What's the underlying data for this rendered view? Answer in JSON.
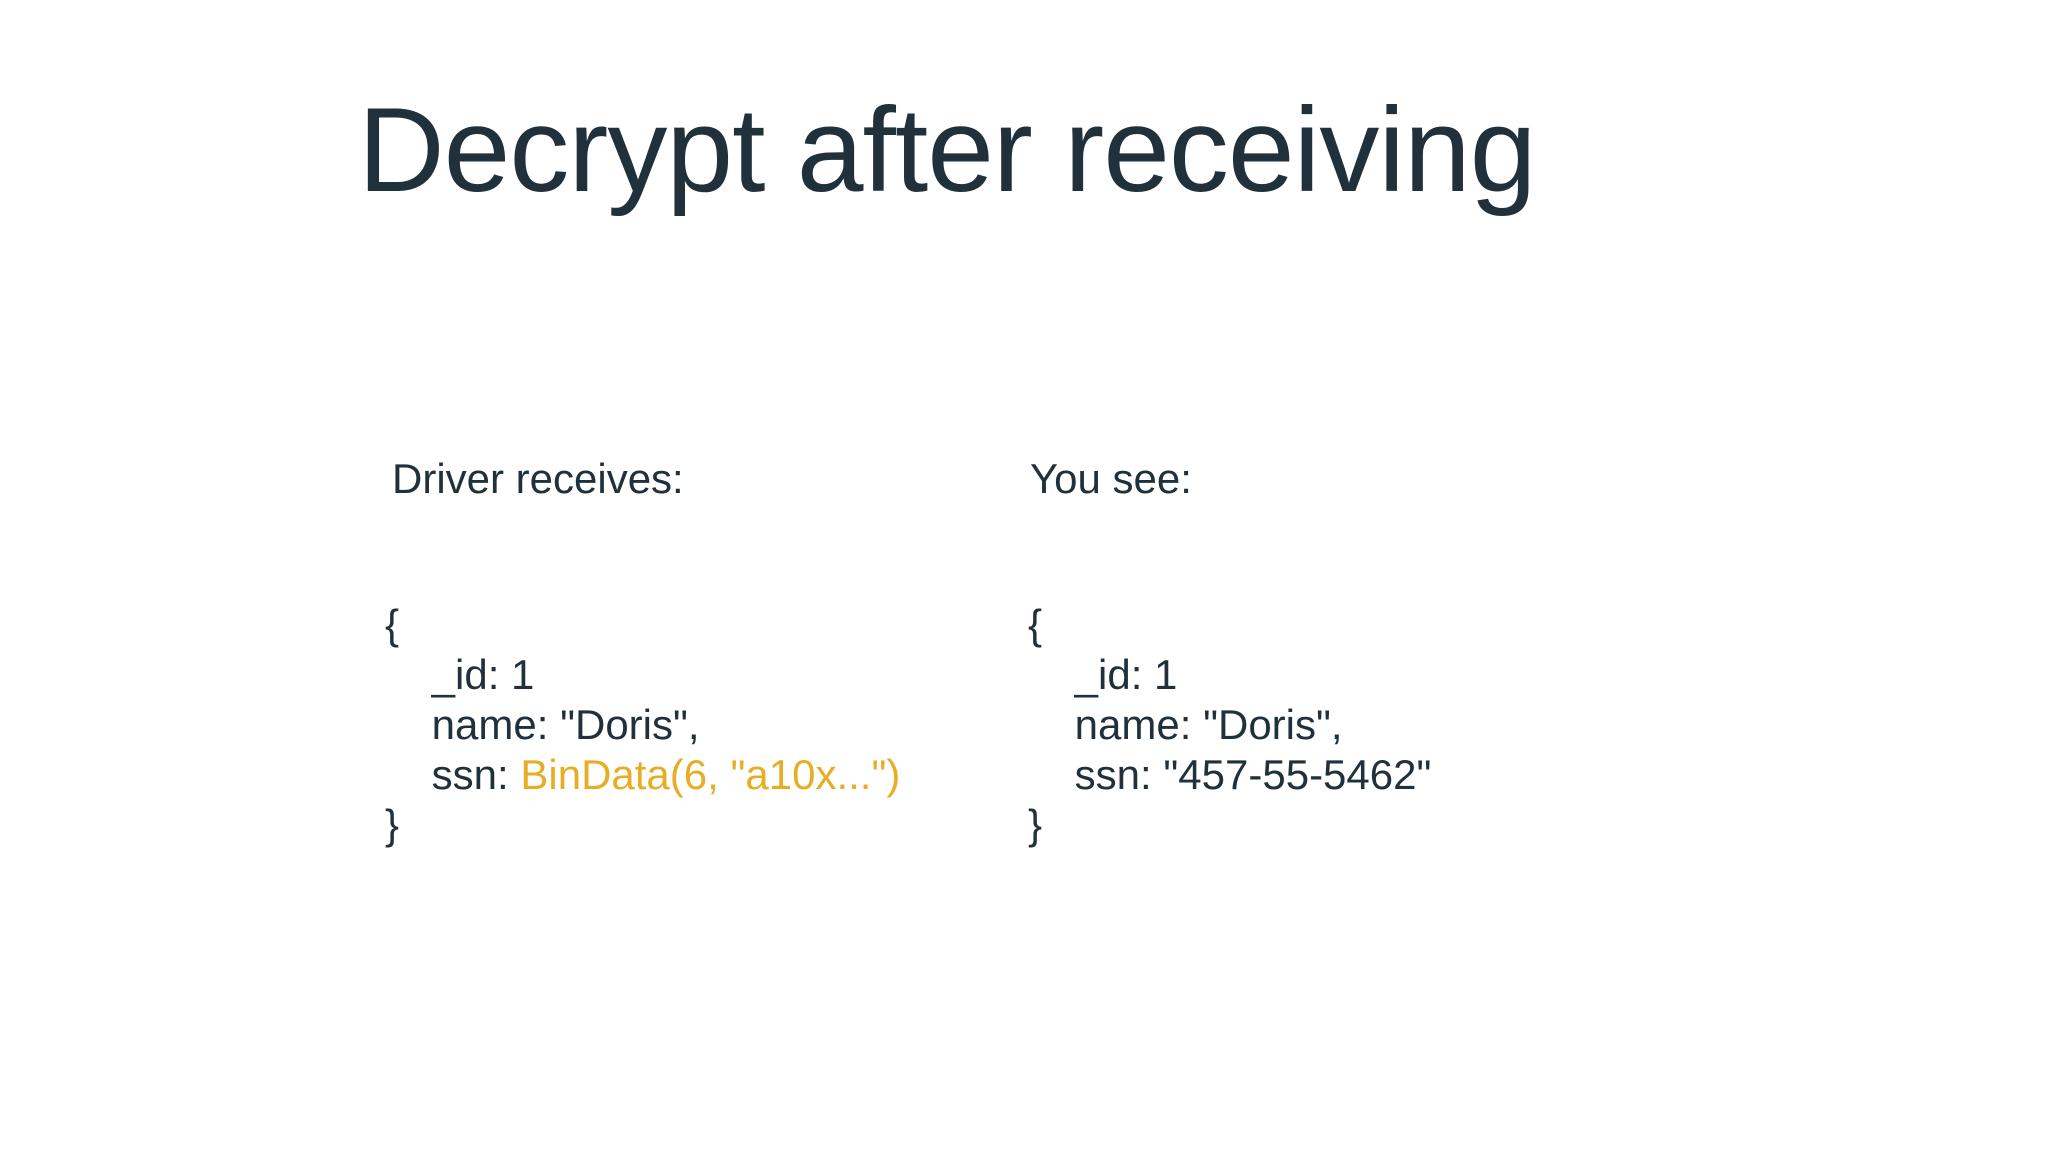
{
  "slide": {
    "title": "Decrypt after receiving",
    "left_panel": {
      "label": "Driver receives:",
      "code": {
        "brace_open": "{",
        "line_id": "    _id: 1",
        "line_name": "    name: \"Doris\",",
        "line_ssn_key": "    ssn: ",
        "line_ssn_value": "BinData(6, \"a10x...\")",
        "brace_close": "}"
      }
    },
    "right_panel": {
      "label": "You see:",
      "code": {
        "brace_open": "{",
        "line_id": "    _id: 1",
        "line_name": "    name: \"Doris\",",
        "line_ssn_key": "    ssn: ",
        "line_ssn_value": "\"457-55-5462\"",
        "brace_close": "}"
      }
    }
  },
  "colors": {
    "text": "#21313C",
    "highlight": "#E7AE25",
    "background": "#FFFFFF"
  }
}
